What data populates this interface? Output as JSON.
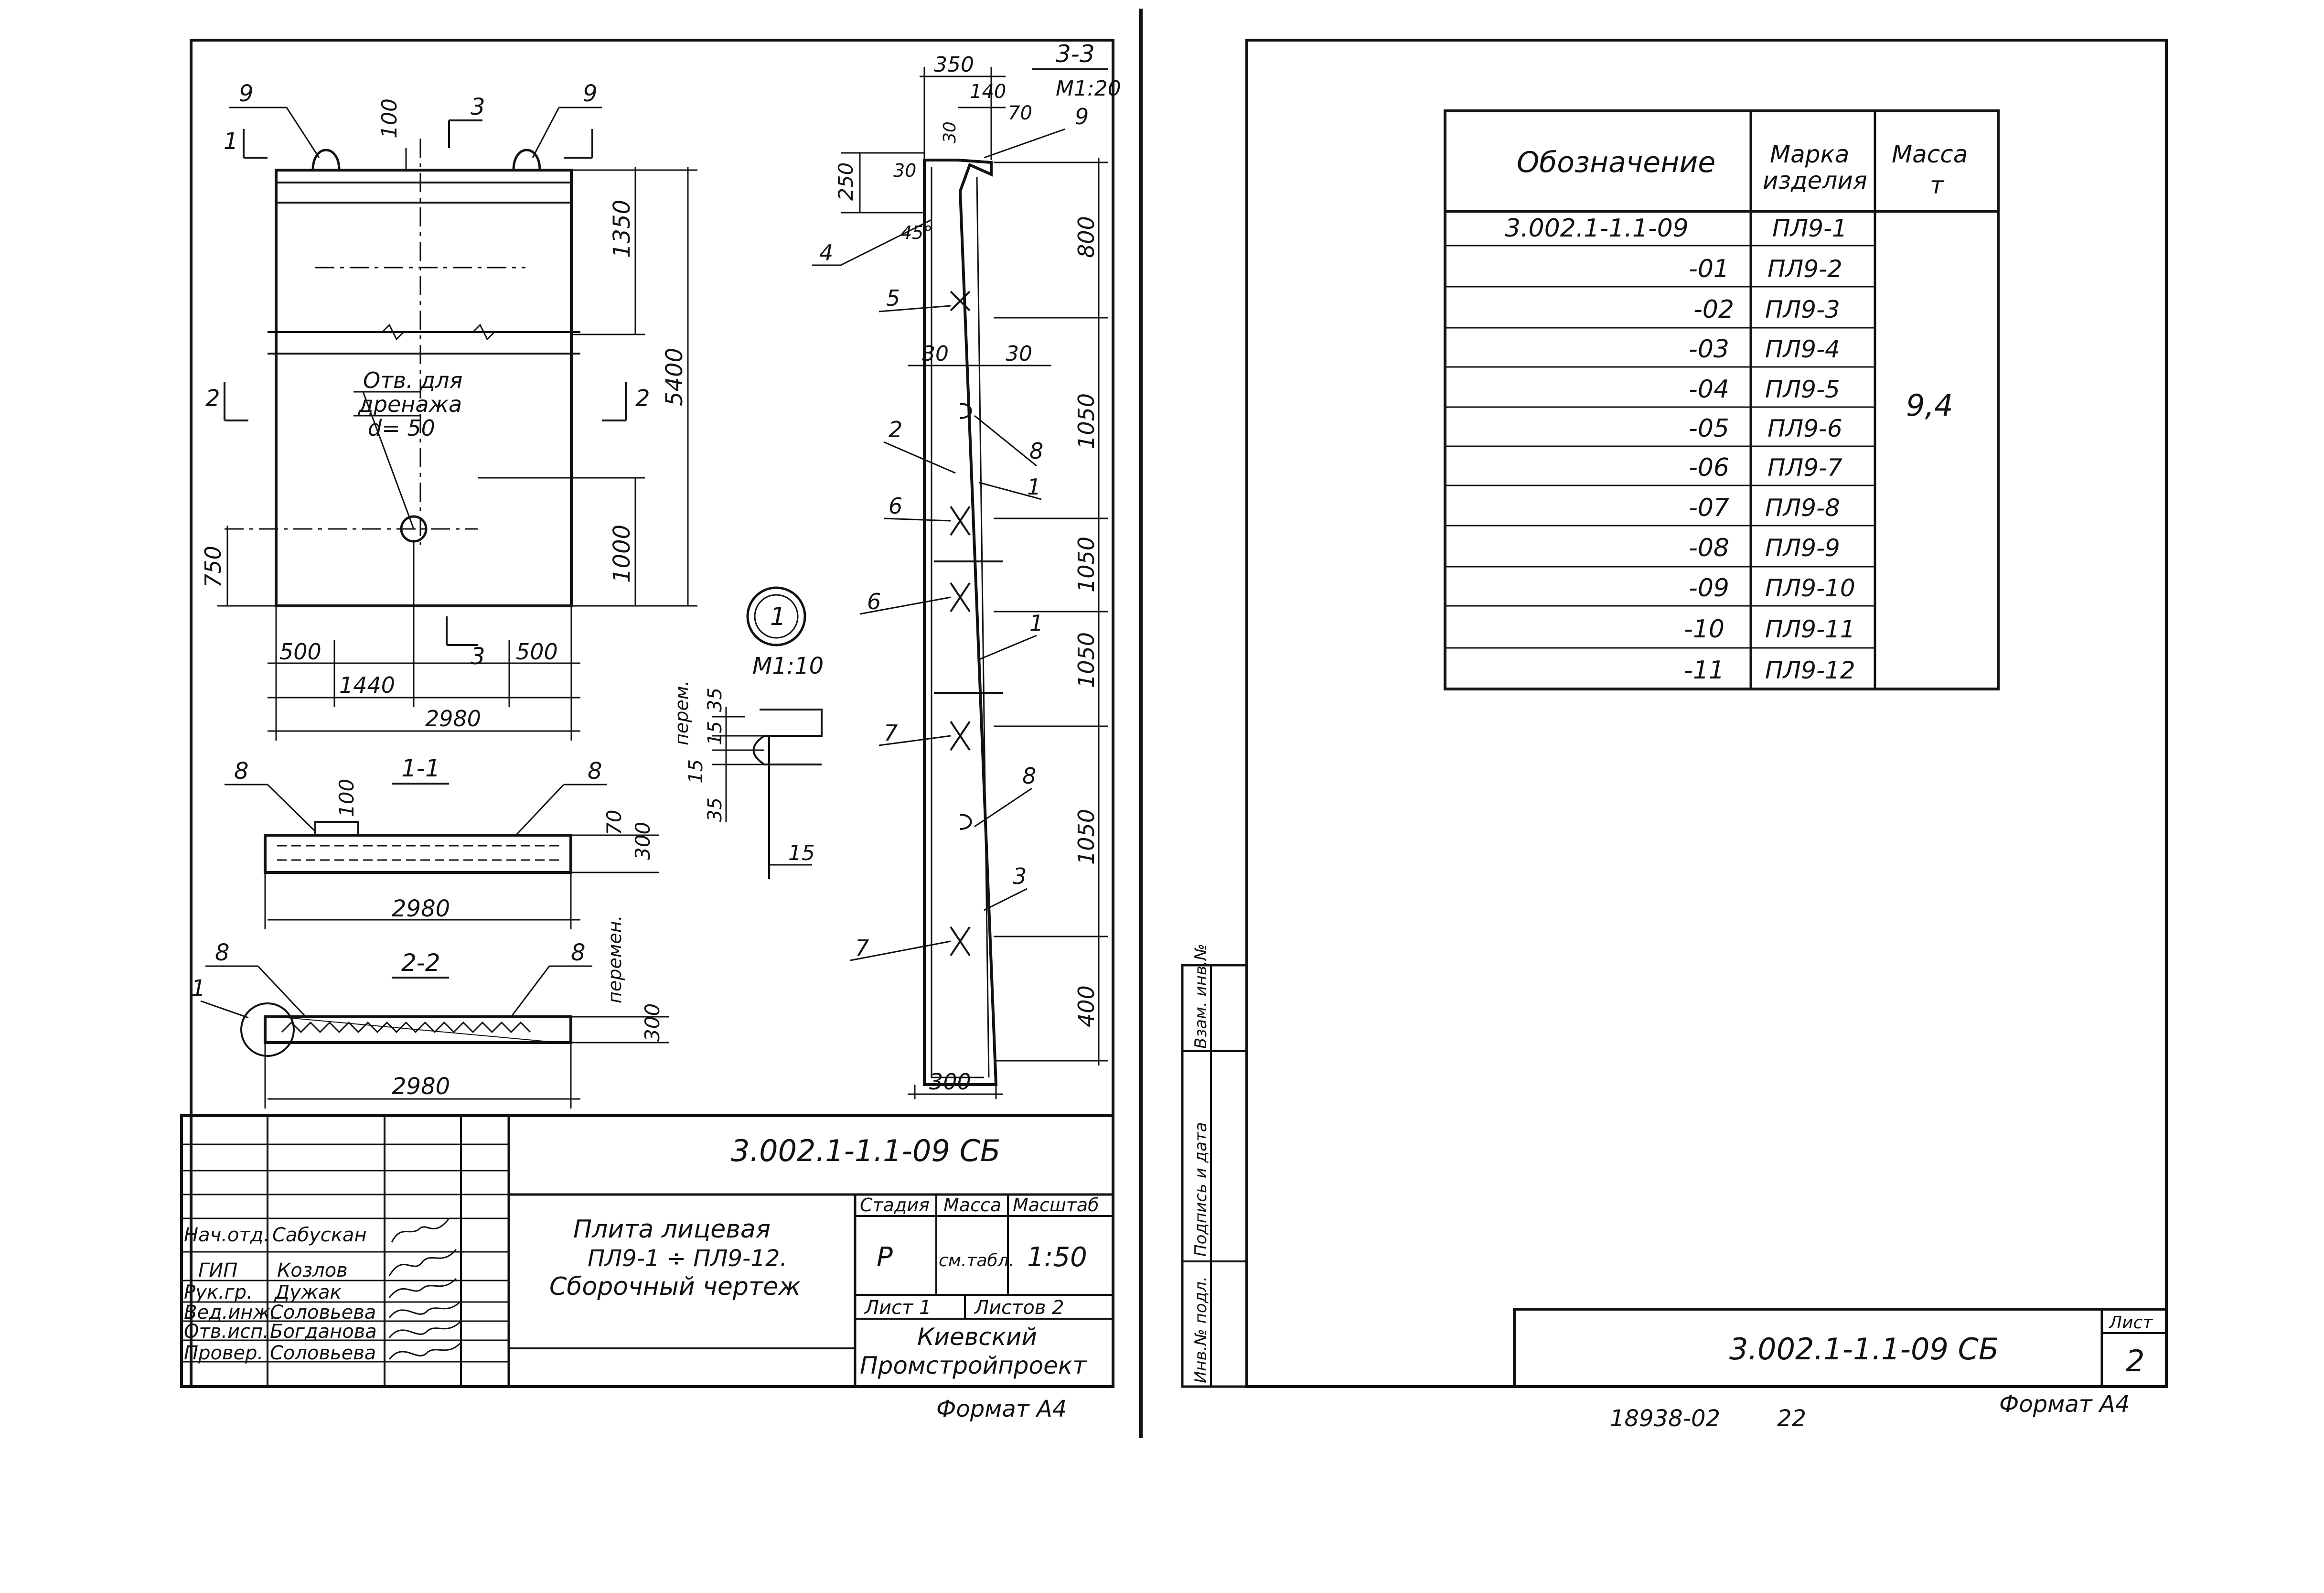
{
  "left_sheet": {
    "plan": {
      "dims": {
        "d100": "100",
        "d1350": "1350",
        "d5400": "5400",
        "d1000": "1000",
        "d750": "750",
        "d500a": "500",
        "d1440": "1440",
        "d500b": "500",
        "d2980": "2980"
      },
      "callouts": {
        "c9a": "9",
        "c9b": "9",
        "s1": "1",
        "s3": "3",
        "s2a": "2",
        "s2b": "2",
        "s3b": "3"
      },
      "hole_note_1": "Отв. для",
      "hole_note_2": "дренажа",
      "hole_note_3": "d= 50"
    },
    "section_1_1": {
      "title": "1-1",
      "c8a": "8",
      "c8b": "8",
      "d100": "100",
      "d70": "70",
      "d300": "300",
      "d2980": "2980"
    },
    "section_2_2": {
      "title": "2-2",
      "c8a": "8",
      "c8b": "8",
      "c1": "1",
      "d_var": "перемен.",
      "d300": "300",
      "d2980": "2980"
    },
    "detail_1": {
      "label": "1",
      "scale": "M1:10",
      "var": "перем.",
      "d35a": "35",
      "d15a": "15",
      "d15b": "15",
      "d35b": "35",
      "d15c": "15"
    },
    "section_3_3": {
      "title": "3-3",
      "scale": "M1:20",
      "d350": "350",
      "d140": "140",
      "d70": "70",
      "d250": "250",
      "d30a": "30",
      "d30top": "30",
      "d45": "45°",
      "d800": "800",
      "d30b": "30",
      "d30c": "30",
      "d1050a": "1050",
      "d1050b": "1050",
      "d1050c": "1050",
      "d1050d": "1050",
      "d400": "400",
      "d300": "300",
      "callouts": {
        "c9": "9",
        "c4": "4",
        "c5": "5",
        "c2": "2",
        "c8a": "8",
        "c1a": "1",
        "c6a": "6",
        "c6b": "6",
        "c1b": "1",
        "c7a": "7",
        "c8b": "8",
        "c3": "3",
        "c7b": "7"
      }
    },
    "title_block": {
      "code": "3.002.1-1.1-09 СБ",
      "name_1": "Плита лицевая",
      "name_2": "ПЛ9-1 ÷ ПЛ9-12.",
      "name_3": "Сборочный чертеж",
      "stage_h": "Стадия",
      "mass_h": "Масса",
      "scale_h": "Масштаб",
      "stage": "Р",
      "mass": "см.табл.",
      "scale": "1:50",
      "sheet": "Лист 1",
      "sheets": "Листов 2",
      "org_1": "Киевский",
      "org_2": "Промстройпроект",
      "roles": [
        "Нач.отд.",
        "ГИП",
        "Рук.гр.",
        "Вед.инж.",
        "Отв.исп.",
        "Провер."
      ],
      "names": [
        "Сабускан",
        "Козлов",
        "Дужак",
        "Соловьева",
        "Богданова",
        "Соловьева"
      ],
      "format": "Формат А4"
    }
  },
  "right_sheet": {
    "table": {
      "headers": [
        "Обозначение",
        "Марка изделия",
        "Масса т"
      ],
      "header_marka_1": "Марка",
      "header_marka_2": "изделия",
      "header_mass_1": "Масса",
      "header_mass_2": "т",
      "rows": [
        {
          "designation": "3.002.1-1.1-09",
          "mark": "ПЛ9-1"
        },
        {
          "designation": "-01",
          "mark": "ПЛ9-2"
        },
        {
          "designation": "-02",
          "mark": "ПЛ9-3"
        },
        {
          "designation": "-03",
          "mark": "ПЛ9-4"
        },
        {
          "designation": "-04",
          "mark": "ПЛ9-5"
        },
        {
          "designation": "-05",
          "mark": "ПЛ9-6"
        },
        {
          "designation": "-06",
          "mark": "ПЛ9-7"
        },
        {
          "designation": "-07",
          "mark": "ПЛ9-8"
        },
        {
          "designation": "-08",
          "mark": "ПЛ9-9"
        },
        {
          "designation": "-09",
          "mark": "ПЛ9-10"
        },
        {
          "designation": "-10",
          "mark": "ПЛ9-11"
        },
        {
          "designation": "-11",
          "mark": "ПЛ9-12"
        }
      ],
      "mass": "9,4"
    },
    "side_stamp": [
      "Инв.№ подл.",
      "Подпись и дата",
      "Взам. инв.№"
    ],
    "title_code": "3.002.1-1.1-09 СБ",
    "sheet_label": "Лист",
    "sheet_no": "2",
    "bottom_num_1": "18938-02",
    "bottom_num_2": "22",
    "format": "Формат А4"
  }
}
